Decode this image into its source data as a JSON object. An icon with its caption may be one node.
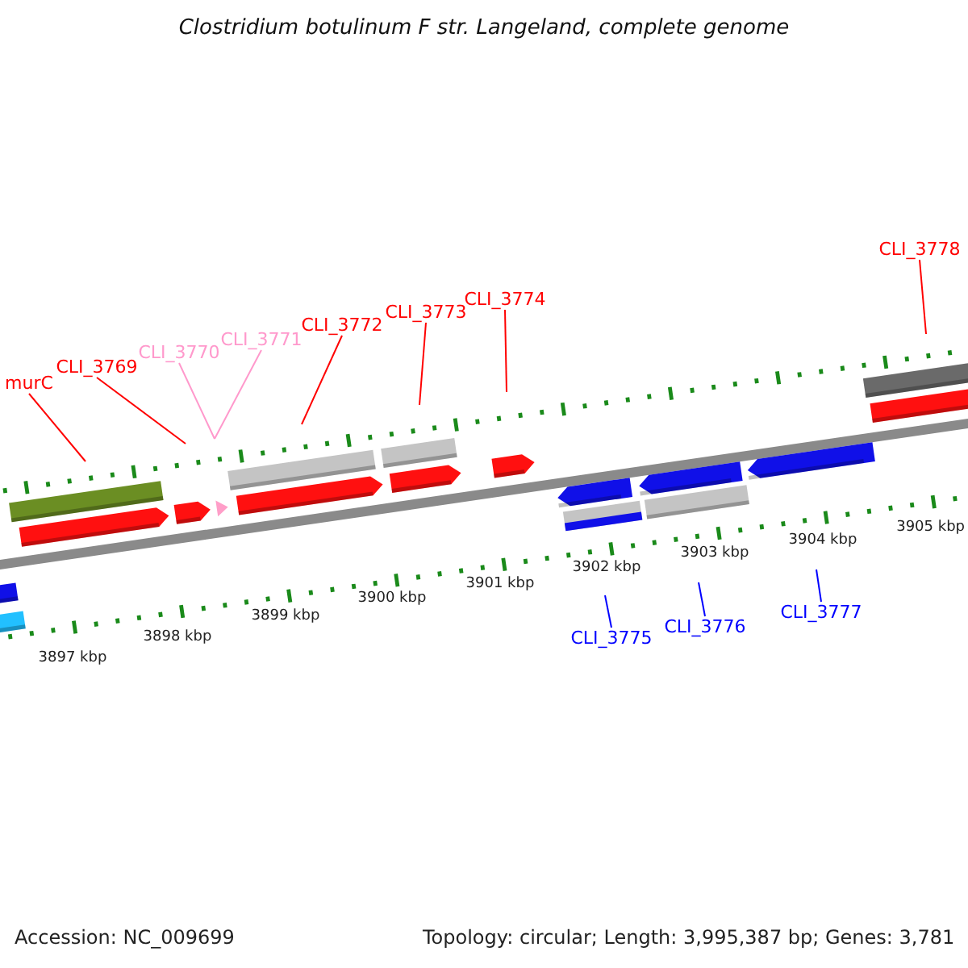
{
  "diagram": {
    "title": "Clostridium botulinum F str. Langeland, complete genome",
    "nodes": [
      {
        "text": [
          "murC"
        ]
      },
      {
        "text": [
          "CLI_3769"
        ]
      },
      {
        "text": [
          "CLI_3770"
        ]
      },
      {
        "text": [
          "CLI_3771"
        ]
      },
      {
        "text": [
          "CLI_3772"
        ]
      },
      {
        "text": [
          "CLI_3773"
        ]
      },
      {
        "text": [
          "CLI_3774"
        ]
      },
      {
        "text": [
          "CLI_3778"
        ]
      },
      {
        "text": [
          "CLI_3775"
        ]
      },
      {
        "text": [
          "CLI_3776"
        ]
      },
      {
        "text": [
          "CLI_3777"
        ]
      }
    ],
    "edges": [
      {
        "from": 0,
        "to": null,
        "arrow": "none"
      },
      {
        "from": 1,
        "to": null,
        "arrow": "none"
      },
      {
        "from": 2,
        "to": null,
        "arrow": "none",
        "color": "#ff99cc"
      },
      {
        "from": 3,
        "to": null,
        "arrow": "none",
        "color": "#ff99cc"
      },
      {
        "from": 4,
        "to": null,
        "arrow": "none"
      },
      {
        "from": 5,
        "to": null,
        "arrow": "none"
      },
      {
        "from": 6,
        "to": null,
        "arrow": "none"
      },
      {
        "from": 7,
        "to": null,
        "arrow": "none"
      },
      {
        "from": 8,
        "to": null,
        "arrow": "none",
        "color": "#0000ff"
      },
      {
        "from": 9,
        "to": null,
        "arrow": "none",
        "color": "#0000ff"
      },
      {
        "from": 10,
        "to": null,
        "arrow": "none",
        "color": "#0000ff"
      }
    ],
    "labels": [
      "3905 kbp",
      "3904 kbp",
      "3903 kbp",
      "3902 kbp",
      "3901 kbp",
      "3900 kbp",
      "3899 kbp",
      "3898 kbp",
      "3897 kbp",
      "Accession: NC_009699",
      "Topology: circular; Length: 3,995,387 bp; Genes: 3,781"
    ]
  }
}
